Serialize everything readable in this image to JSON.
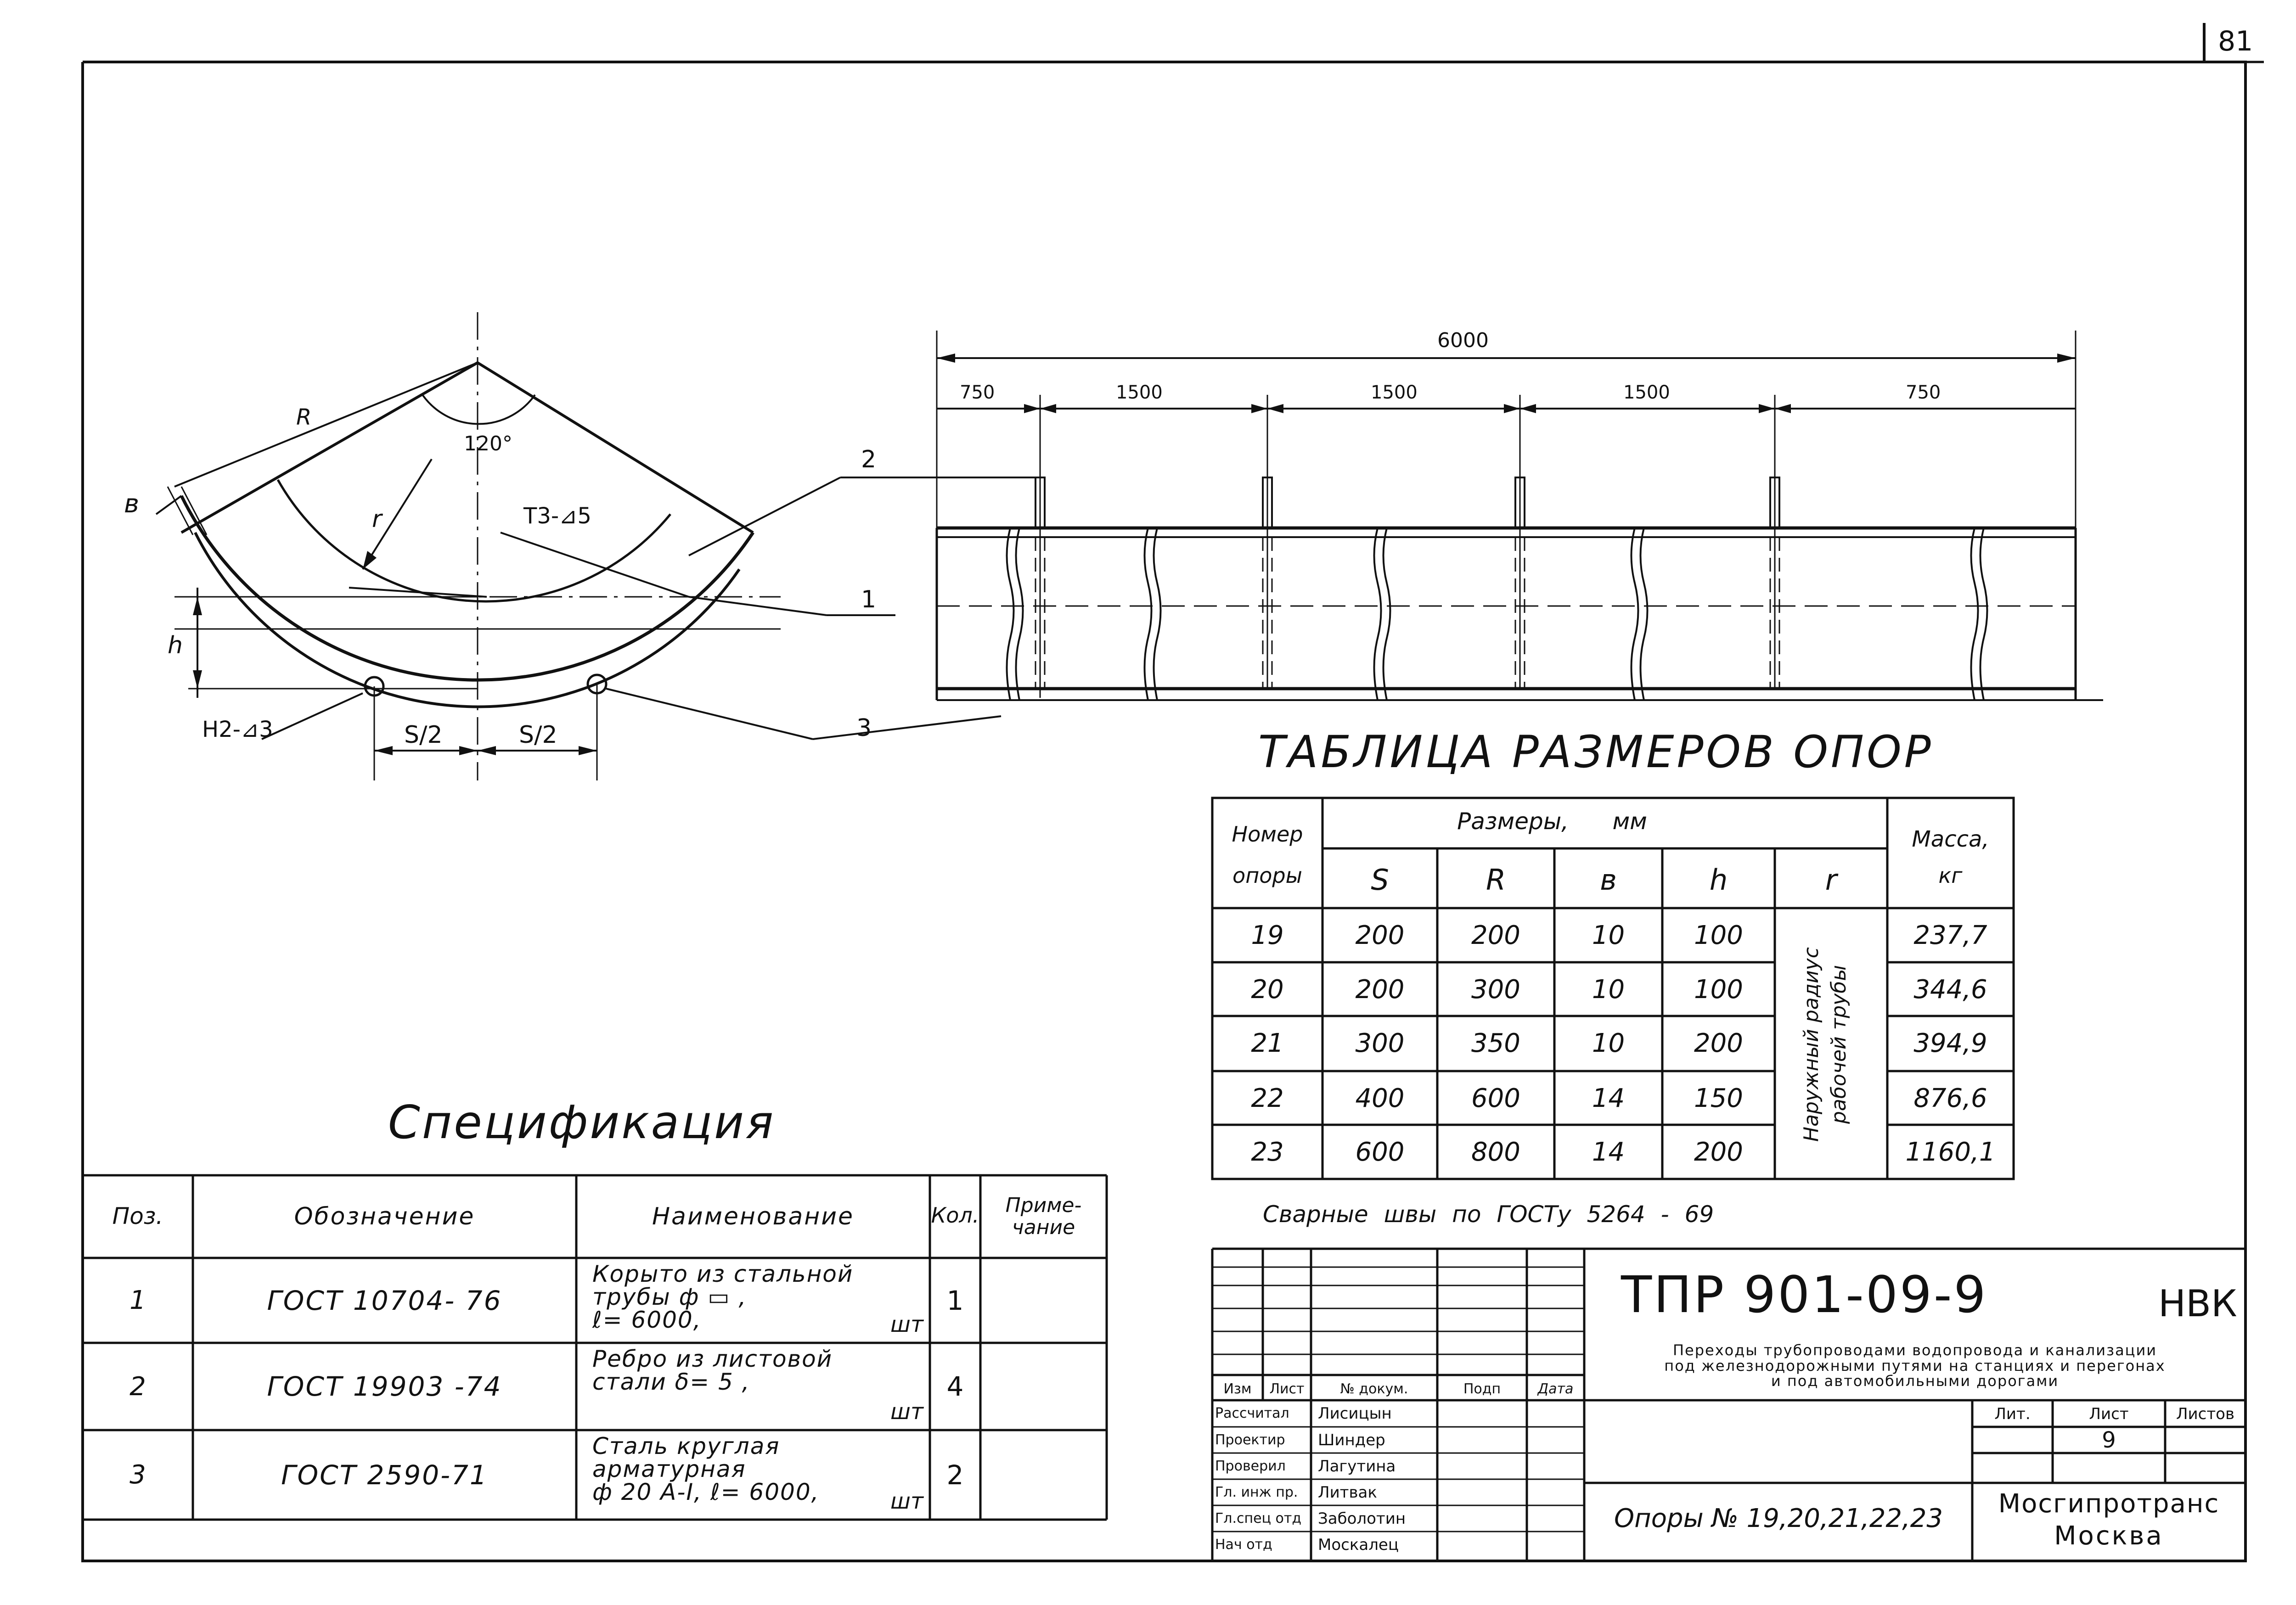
{
  "page_number": "81",
  "drawing": {
    "dim_total": "6000",
    "dim_segments": [
      "750",
      "1500",
      "1500",
      "1500",
      "750"
    ],
    "angle": "120°",
    "label_R": "R",
    "label_b": "в",
    "label_r": "r",
    "label_h": "h",
    "weld_top": "Т3-⊿5",
    "weld_bottom": "Н2-⊿3",
    "half_s_left": "S/2",
    "half_s_right": "S/2",
    "callouts": [
      "2",
      "1",
      "3"
    ]
  },
  "dimensions_table": {
    "title": "ТАБЛИЦА РАЗМЕРОВ ОПОР",
    "col_number": [
      "Номер",
      "опоры"
    ],
    "col_sizes": "Размеры,      мм",
    "col_mass": [
      "Масса,",
      "кг"
    ],
    "sub_headers": [
      "S",
      "R",
      "в",
      "h",
      "r"
    ],
    "r_note": "Наружный радиус рабочей трубы",
    "rows": [
      {
        "num": "19",
        "S": "200",
        "R": "200",
        "b": "10",
        "h": "100",
        "mass": "237,7"
      },
      {
        "num": "20",
        "S": "200",
        "R": "300",
        "b": "10",
        "h": "100",
        "mass": "344,6"
      },
      {
        "num": "21",
        "S": "300",
        "R": "350",
        "b": "10",
        "h": "200",
        "mass": "394,9"
      },
      {
        "num": "22",
        "S": "400",
        "R": "600",
        "b": "14",
        "h": "150",
        "mass": "876,6"
      },
      {
        "num": "23",
        "S": "600",
        "R": "800",
        "b": "14",
        "h": "200",
        "mass": "1160,1"
      }
    ],
    "welds_note": "Сварные швы по ГОСТу 5264 - 69"
  },
  "specification": {
    "title": "Спецификация",
    "headers": [
      "Поз.",
      "Обозначение",
      "Наименование",
      "Кол.",
      "Приме-\nчание"
    ],
    "rows": [
      {
        "pos": "1",
        "designation": "ГОСТ 10704- 76",
        "name_lines": [
          "Корыто из стальной",
          "трубы ф ▭ ,",
          "ℓ= 6000,"
        ],
        "unit": "шт",
        "qty": "1"
      },
      {
        "pos": "2",
        "designation": "ГОСТ 19903 -74",
        "name_lines": [
          "Ребро из листовой",
          "стали δ= 5 ,"
        ],
        "unit": "шт",
        "qty": "4"
      },
      {
        "pos": "3",
        "designation": "ГОСТ 2590-71",
        "name_lines": [
          "Сталь круглая",
          "арматурная",
          "ф 20 А-I, ℓ= 6000,"
        ],
        "unit": "шт",
        "qty": "2"
      }
    ]
  },
  "title_block": {
    "code": "ТПР 901-09-9",
    "mark": "НВК",
    "description": [
      "Переходы трубопроводами водопровода и канализации",
      "под железнодорожными путями на станциях и перегонах",
      "и под автомобильными дорогами"
    ],
    "header_cols": [
      "Изм",
      "Лист",
      "№ докум.",
      "Подп",
      "Дата"
    ],
    "roles": [
      {
        "role": "Рассчитал",
        "name": "Лисицын"
      },
      {
        "role": "Проектир",
        "name": "Шиндер"
      },
      {
        "role": "Проверил",
        "name": "Лагутина"
      },
      {
        "role": "Гл. инж пр.",
        "name": "Литвак"
      },
      {
        "role": "Гл.спец отд",
        "name": "Заболотин"
      },
      {
        "role": "Нач отд",
        "name": "Москалец"
      }
    ],
    "stage_headers": [
      "Лит.",
      "Лист",
      "Листов"
    ],
    "sheet": "9",
    "object_title": "Опоры № 19,20,21,22,23",
    "org": [
      "Мосгипротранс",
      "Москва"
    ]
  }
}
